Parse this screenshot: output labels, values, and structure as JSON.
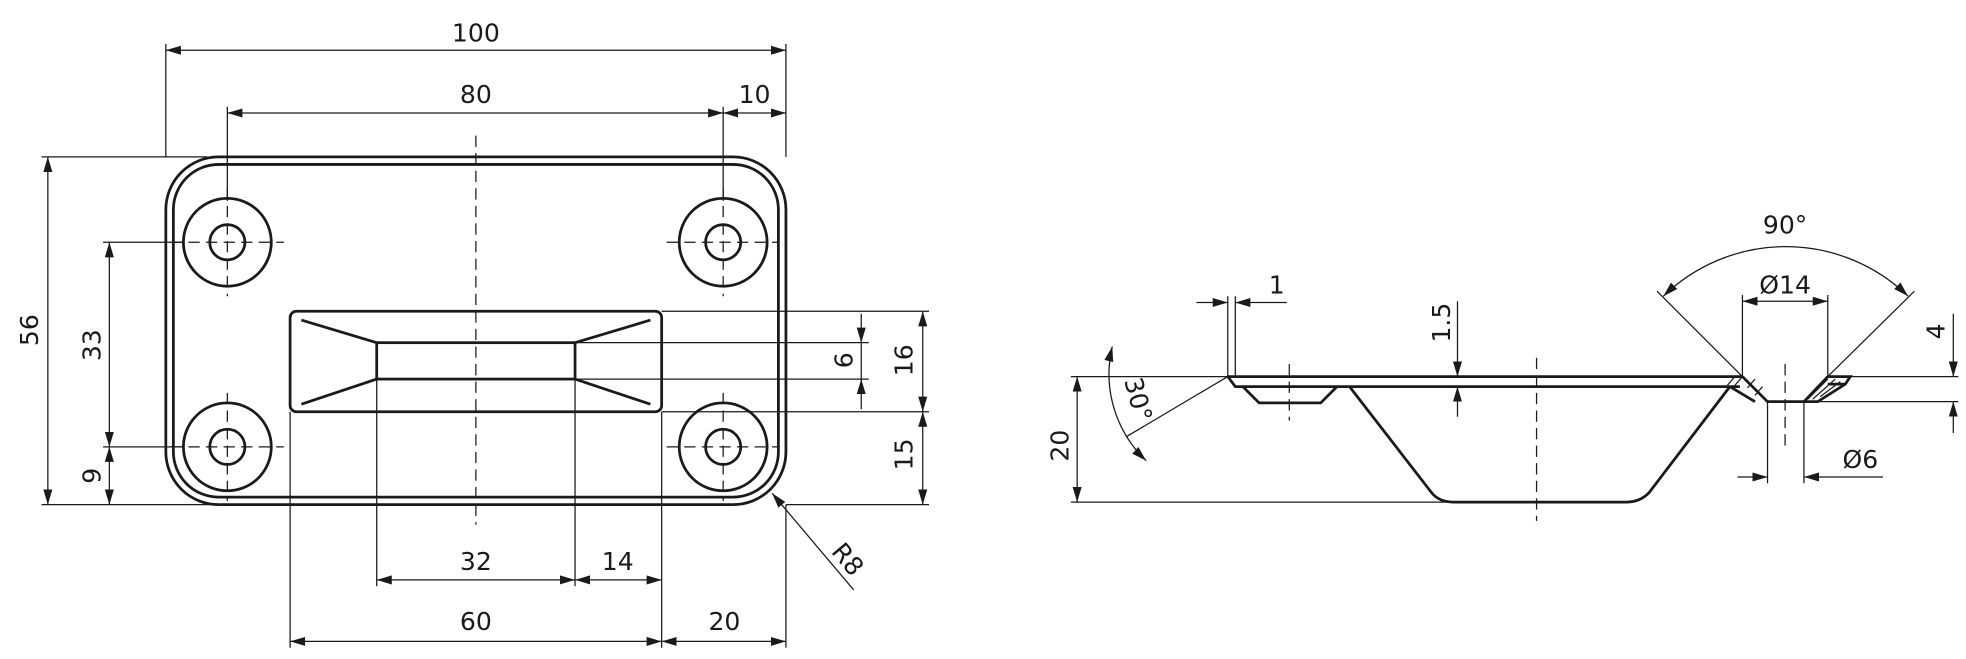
{
  "top_view": {
    "dim_overall_width": "100",
    "dim_hole_spacing_x": "80",
    "dim_hole_edge_x": "10",
    "dim_overall_height": "56",
    "dim_hole_spacing_y": "33",
    "dim_hole_edge_y": "9",
    "dim_slot_inner_height": "6",
    "dim_slot_height": "16",
    "dim_slot_bottom_offset": "15",
    "dim_slot_inner_width": "32",
    "dim_slot_taper": "14",
    "dim_slot_width": "60",
    "dim_slot_right_offset": "20",
    "dim_corner_radius": "R8"
  },
  "side_view": {
    "dim_flange": "1",
    "dim_thickness": "1.5",
    "dim_depth": "20",
    "dim_angle": "30°",
    "dim_countersink_angle": "90°",
    "dim_countersink_dia": "Ø14",
    "dim_hole_dia": "Ø6",
    "dim_countersink_depth": "4"
  }
}
